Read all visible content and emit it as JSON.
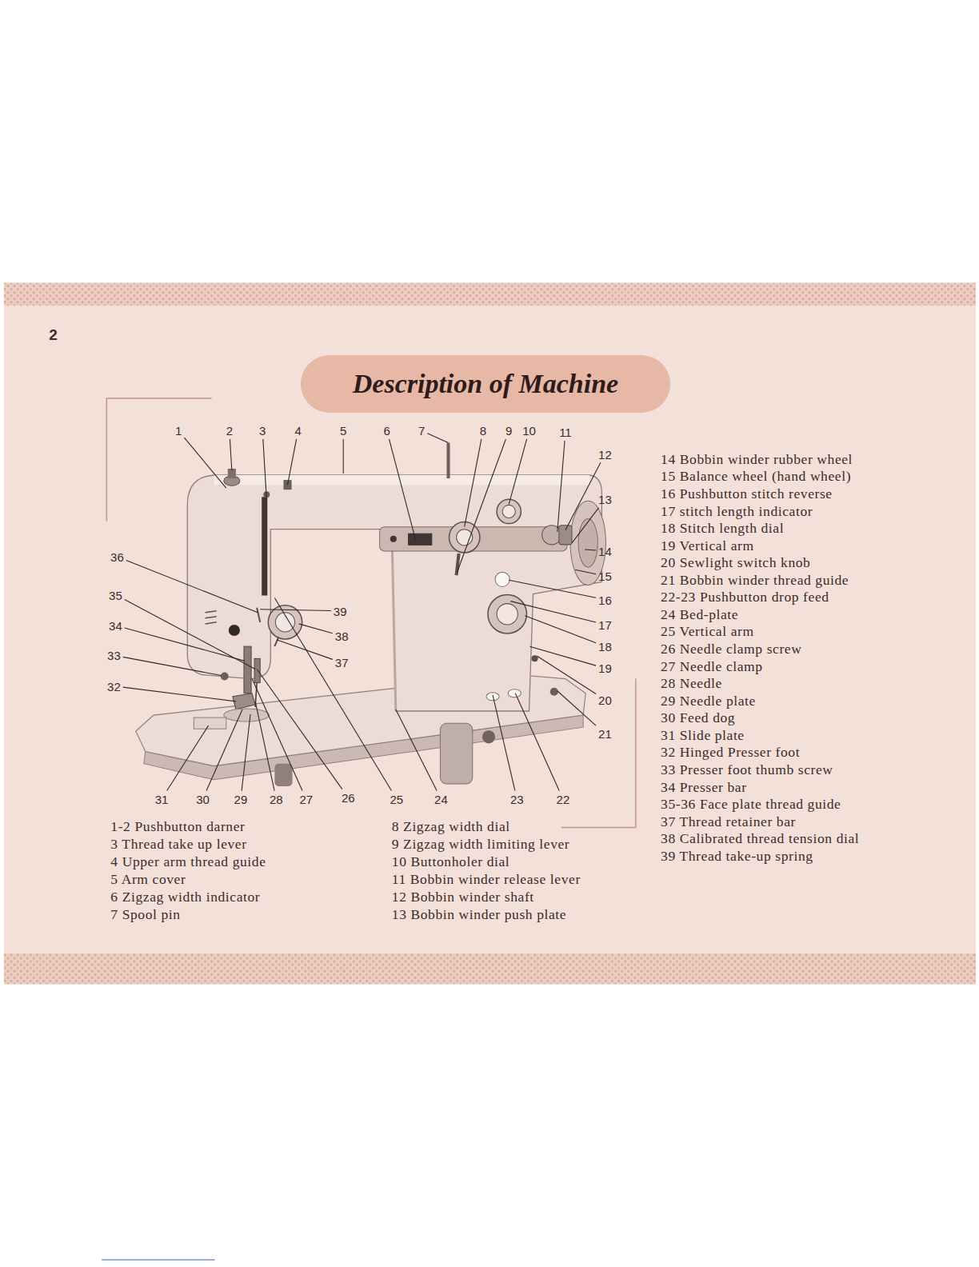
{
  "diagram": {
    "title": "Description of Machine",
    "labels": [
      "2",
      "1",
      "2",
      "3",
      "4",
      "5",
      "6",
      "7",
      "8",
      "9",
      "10",
      "11",
      "12",
      "13",
      "14",
      "15",
      "16",
      "17",
      "18",
      "19",
      "20",
      "21",
      "22",
      "23",
      "24",
      "25",
      "26",
      "27",
      "28",
      "29",
      "30",
      "31",
      "32",
      "33",
      "34",
      "35",
      "36",
      "37",
      "38",
      "39",
      "1-2 Pushbutton darner",
      "3 Thread take up lever",
      "4 Upper arm thread guide",
      "5 Arm cover",
      "6 Zigzag width indicator",
      "7 Spool pin",
      "8 Zigzag width dial",
      "9 Zigzag width limiting lever",
      "10 Buttonholer dial",
      "11 Bobbin winder release lever",
      "12 Bobbin winder shaft",
      "13 Bobbin winder push plate",
      "14 Bobbin winder rubber wheel",
      "15 Balance wheel (hand wheel)",
      "16 Pushbutton stitch reverse",
      "17 stitch length indicator",
      "18 Stitch length dial",
      "19 Vertical arm",
      "20 Sewlight switch knob",
      "21 Bobbin winder thread guide",
      "22-23 Pushbutton drop feed",
      "24 Bed-plate",
      "25 Vertical arm",
      "26 Needle clamp screw",
      "27 Needle clamp",
      "28 Needle",
      "29 Needle plate",
      "30 Feed dog",
      "31 Slide plate",
      "32 Hinged Presser foot",
      "33 Presser foot thumb screw",
      "34 Presser bar",
      "35-36 Face plate thread guide",
      "37 Thread retainer bar",
      "38 Calibrated thread tension dial",
      "39 Thread take-up spring"
    ]
  }
}
